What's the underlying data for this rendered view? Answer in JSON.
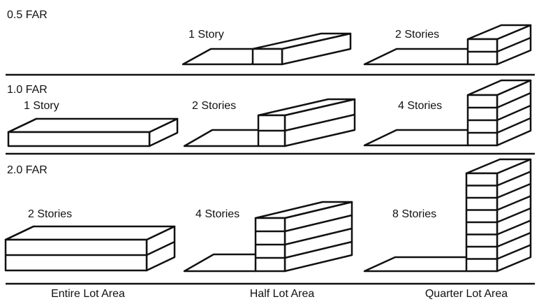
{
  "rows": [
    {
      "far_label": "0.5 FAR",
      "cells": [
        {
          "stories_label": "",
          "stories": 0,
          "lot": "entire"
        },
        {
          "stories_label": "1 Story",
          "stories": 1,
          "lot": "half"
        },
        {
          "stories_label": "2 Stories",
          "stories": 2,
          "lot": "quarter"
        }
      ]
    },
    {
      "far_label": "1.0 FAR",
      "cells": [
        {
          "stories_label": "1 Story",
          "stories": 1,
          "lot": "entire"
        },
        {
          "stories_label": "2 Stories",
          "stories": 2,
          "lot": "half"
        },
        {
          "stories_label": "4 Stories",
          "stories": 4,
          "lot": "quarter"
        }
      ]
    },
    {
      "far_label": "2.0 FAR",
      "cells": [
        {
          "stories_label": "2 Stories",
          "stories": 2,
          "lot": "entire"
        },
        {
          "stories_label": "4 Stories",
          "stories": 4,
          "lot": "half"
        },
        {
          "stories_label": "8 Stories",
          "stories": 8,
          "lot": "quarter"
        }
      ]
    }
  ],
  "column_labels": [
    "Entire Lot Area",
    "Half Lot Area",
    "Quarter Lot Area"
  ]
}
